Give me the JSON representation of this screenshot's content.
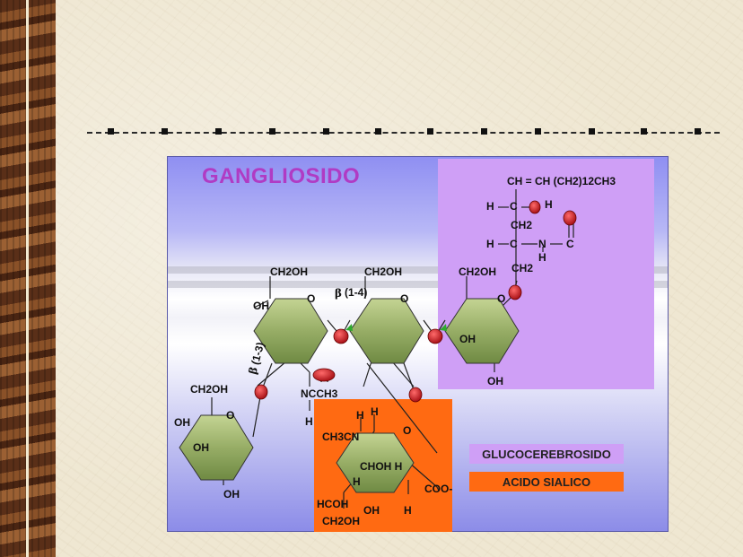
{
  "title": "GANGLIOSIDO",
  "legend": {
    "glucocerebrosido": "GLUCOCEREBROSIDO",
    "acido_sialico": "ACIDO SIALICO"
  },
  "colors": {
    "title": "#b03bc4",
    "glucocerebrosido_box": "#cf9ff6",
    "acido_sialico_box": "#ff6a12",
    "ring_fill": "#9cb06a",
    "oxygen": "#c8101a"
  },
  "labels": {
    "ch_chain": "CH = CH (CH2)12CH3",
    "h1": "H",
    "c1": "C",
    "h2": "H",
    "ch2_a": "CH2",
    "h3": "H",
    "c2": "C",
    "n": "N",
    "h4": "H",
    "c3": "C",
    "ch2_b": "CH2",
    "ch2oh_1": "CH2OH",
    "ch2oh_2": "CH2OH",
    "ch2oh_3": "CH2OH",
    "ch2oh_4": "CH2OH",
    "beta14": "(1-4)",
    "beta13": "(1-3)",
    "beta_symbol": "β",
    "o_r1": "O",
    "o_r2": "O",
    "o_r3": "O",
    "o_r4": "O",
    "o_r5": "O",
    "oh_r1_left": "OH",
    "oh_r3_in": "OH",
    "oh_r3_bottom": "OH",
    "oh_r4_left": "OH",
    "oh_r4_in": "OH",
    "oh_r4_bottom": "OH",
    "nccch3": "NCCH3",
    "h_n": "H",
    "h_s1": "H",
    "h_s2": "H",
    "ch3cn": "CH3CN",
    "chohh": "CHOH  H",
    "h_s3": "H",
    "hcoh": "HCOH",
    "ch2oh_s": "CH2OH",
    "oh_s": "OH",
    "h_s4": "H",
    "coo": "COO-"
  }
}
